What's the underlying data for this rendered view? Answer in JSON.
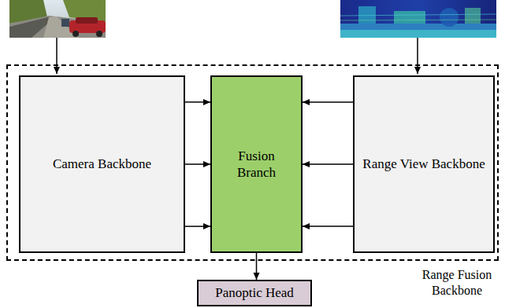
{
  "diagram": {
    "nodes": [
      {
        "text": [
          "Range Fusion Backbone"
        ]
      },
      {
        "text": [
          "Camera Backbone"
        ],
        "in": 0
      },
      {
        "text": [
          "Fusion Branch"
        ],
        "in": 0
      },
      {
        "text": [
          "Range View Backbone"
        ],
        "in": 0
      },
      {
        "text": [
          "Panoptic Head"
        ]
      }
    ],
    "edges": [
      {
        "from": 1,
        "to": 2,
        "arrow": "to"
      },
      {
        "from": 1,
        "to": 2,
        "arrow": "to"
      },
      {
        "from": 1,
        "to": 2,
        "arrow": "to"
      },
      {
        "from": 3,
        "to": 2,
        "arrow": "to"
      },
      {
        "from": 3,
        "to": 2,
        "arrow": "to"
      },
      {
        "from": 3,
        "to": 2,
        "arrow": "to"
      },
      {
        "from": 2,
        "to": 4,
        "arrow": "to"
      }
    ]
  }
}
